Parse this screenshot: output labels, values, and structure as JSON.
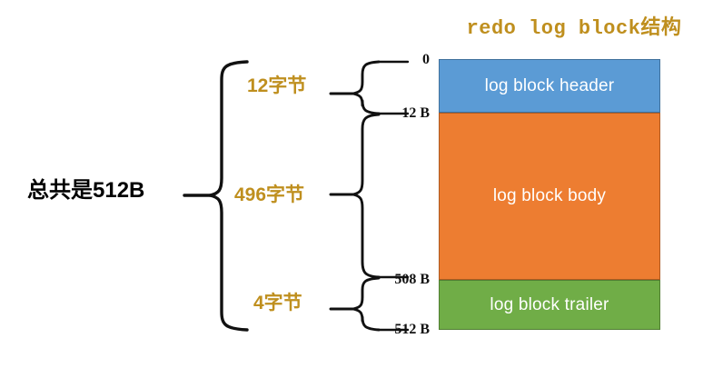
{
  "title": "redo log block结构",
  "total": {
    "label": "总共是512B"
  },
  "segments": [
    {
      "name": "header",
      "block_label": "log block header",
      "size_label": "12字节",
      "size_bytes": 12,
      "start_offset_label": "0",
      "end_offset_label": "12 B",
      "color": "#5b9bd5",
      "border_color": "#41719c"
    },
    {
      "name": "body",
      "block_label": "log block body",
      "size_label": "496字节",
      "size_bytes": 496,
      "start_offset_label": "12 B",
      "end_offset_label": "508 B",
      "color": "#ed7d31",
      "border_color": "#ae5a21"
    },
    {
      "name": "trailer",
      "block_label": "log block trailer",
      "size_label": "4字节",
      "size_bytes": 4,
      "start_offset_label": "508 B",
      "end_offset_label": "512 B",
      "color": "#70ad47",
      "border_color": "#507e32"
    }
  ],
  "offsets": {
    "zero": "0",
    "twelve": "12 B",
    "five_zero_eight": "508 B",
    "five_twelve": "512 B"
  },
  "colors": {
    "accent_gold": "#bf8f1e",
    "text_black": "#111111",
    "block_text": "#ffffff",
    "background": "#ffffff"
  }
}
